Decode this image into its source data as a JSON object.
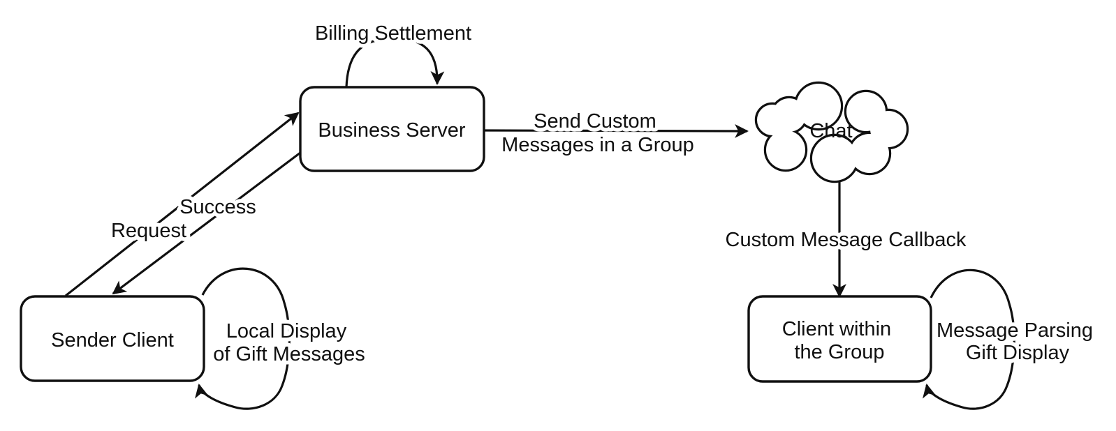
{
  "colors": {
    "ink": "#101010",
    "background": "#ffffff"
  },
  "nodes": {
    "sender_client": {
      "label": "Sender Client"
    },
    "business_server": {
      "label": "Business Server"
    },
    "chat": {
      "label": "Chat"
    },
    "group_client": {
      "line1": "Client within",
      "line2": "the Group"
    }
  },
  "edges": {
    "billing_settlement": {
      "label": "Billing Settlement"
    },
    "request": {
      "label": "Request"
    },
    "success": {
      "label": "Success"
    },
    "send_custom": {
      "line1": "Send Custom",
      "line2": "Messages in a Group"
    },
    "custom_message_callback": {
      "label": "Custom Message Callback"
    },
    "local_display": {
      "line1": "Local Display",
      "line2": "of Gift Messages"
    },
    "message_parsing": {
      "line1": "Message Parsing",
      "line2": "Gift Display"
    }
  }
}
